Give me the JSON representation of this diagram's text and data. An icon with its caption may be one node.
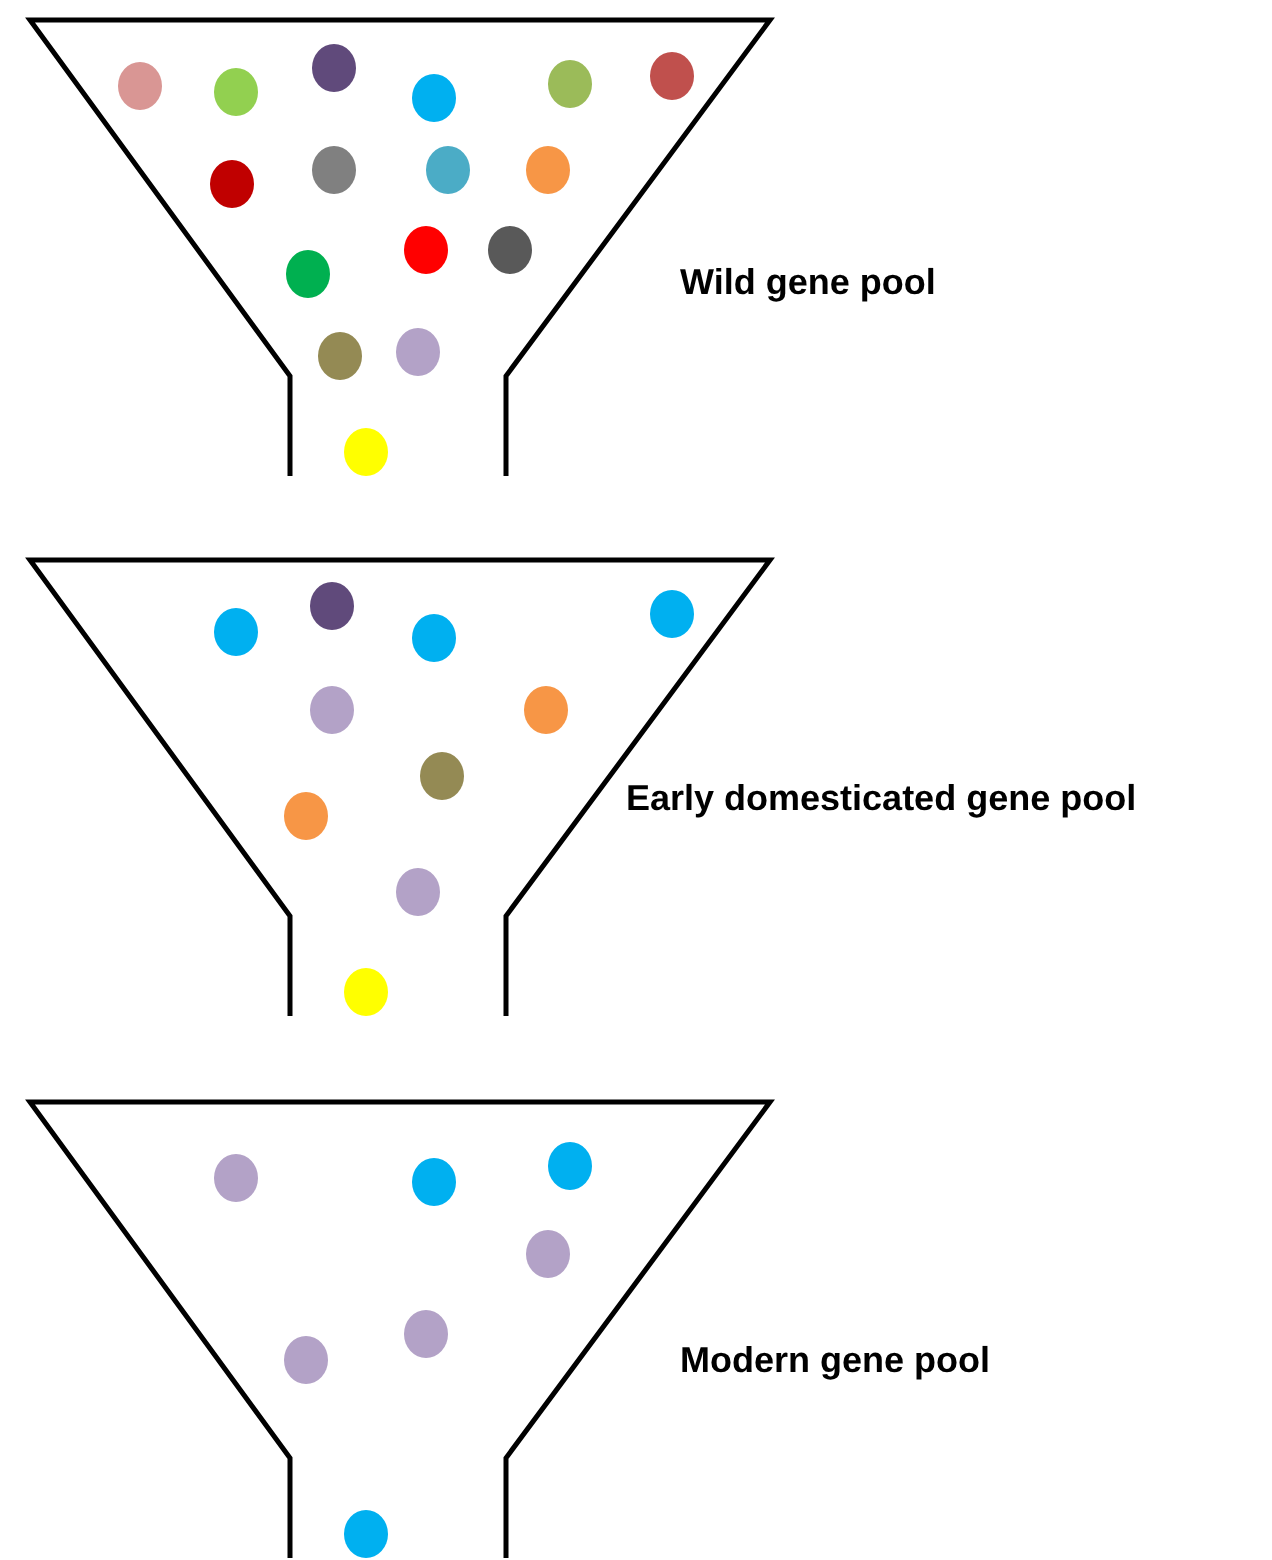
{
  "diagram": {
    "nodes": [
      {
        "text": [],
        "shape": "funnel",
        "beside": [
          "Wild gene pool"
        ]
      },
      {
        "text": [],
        "shape": "funnel",
        "beside": [
          "Early domesticated gene pool"
        ]
      },
      {
        "text": [],
        "shape": "funnel",
        "beside": [
          "Modern gene pool"
        ]
      }
    ]
  }
}
